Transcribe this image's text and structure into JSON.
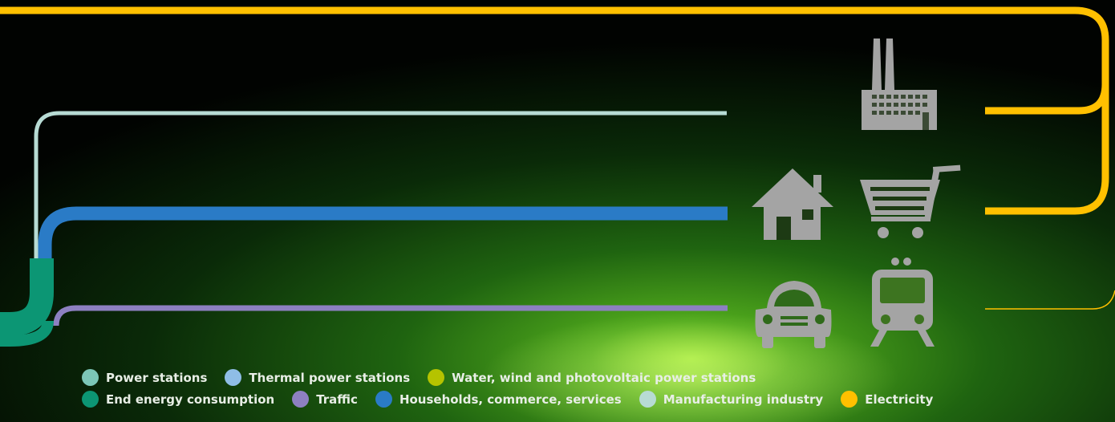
{
  "colors": {
    "electricity": "#ffc000",
    "manufacturing": "#b7dbd4",
    "households": "#2a7bc6",
    "traffic": "#8d80c1",
    "end_energy": "#0c9674",
    "icons": "#a4a4a4"
  },
  "icons": [
    "factory-icon",
    "house-icon",
    "shopping-cart-icon",
    "car-icon",
    "tram-icon"
  ],
  "legend": {
    "row1": [
      {
        "label": "Power stations",
        "color": "#7cc6b7"
      },
      {
        "label": "Thermal power stations",
        "color": "#8fbde6"
      },
      {
        "label": "Water, wind and photovoltaic power stations",
        "color": "#b5c300"
      }
    ],
    "row2": [
      {
        "label": "End energy consumption",
        "color": "#0c9674"
      },
      {
        "label": "Traffic",
        "color": "#8d80c1"
      },
      {
        "label": "Households, commerce, services",
        "color": "#2a7bc6"
      },
      {
        "label": "Manufacturing industry",
        "color": "#b7dbd4"
      },
      {
        "label": "Electricity",
        "color": "#ffc000"
      }
    ]
  }
}
